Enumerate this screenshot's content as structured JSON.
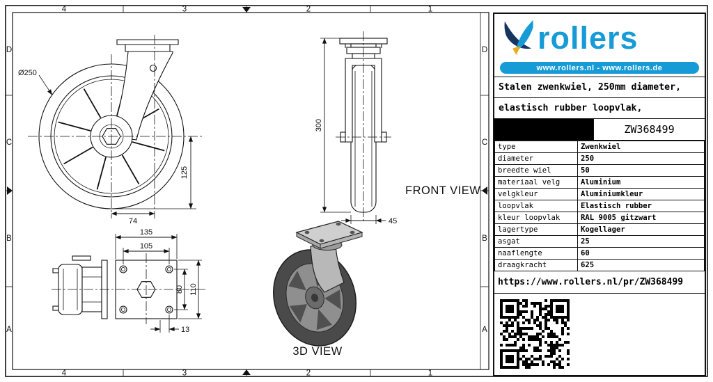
{
  "sheet": {
    "grid": {
      "top": [
        "4",
        "3",
        "2",
        "1"
      ],
      "bottom": [
        "4",
        "3",
        "2",
        "1"
      ],
      "left": [
        "D",
        "C",
        "B",
        "A"
      ],
      "right": [
        "D",
        "C",
        "B",
        "A"
      ]
    },
    "labels": {
      "front_view": "FRONT VIEW",
      "three_d_view": "3D VIEW"
    },
    "dims": {
      "diameter": "Ø250",
      "radius": "125",
      "swivel_offset": "74",
      "total_height": "300",
      "wheel_width": "45",
      "plate_width": "135",
      "hole_spacing_w": "105",
      "hole_spacing_h": "80",
      "plate_height": "110",
      "hole_edge": "13"
    }
  },
  "title_block": {
    "brand": {
      "name": "rollers",
      "websites": "www.rollers.nl  -  www.rollers.de",
      "accent": "#179bd7",
      "navy": "#16355f",
      "yellow": "#f1a81c"
    },
    "description": {
      "line1": "Stalen zwenkwiel, 250mm diameter,",
      "line2": "elastisch rubber loopvlak,"
    },
    "part_number": "ZW368499",
    "specs": [
      {
        "label": "type",
        "value": "Zwenkwiel"
      },
      {
        "label": "diameter",
        "value": "250"
      },
      {
        "label": "breedte wiel",
        "value": "50"
      },
      {
        "label": "materiaal velg",
        "value": "Aluminium"
      },
      {
        "label": "velgkleur",
        "value": "Aluminiumkleur"
      },
      {
        "label": "loopvlak",
        "value": "Elastisch rubber"
      },
      {
        "label": "kleur loopvlak",
        "value": "RAL 9005 gitzwart"
      },
      {
        "label": "lagertype",
        "value": "Kogellager"
      },
      {
        "label": "asgat",
        "value": "25"
      },
      {
        "label": "naaflengte",
        "value": "60"
      },
      {
        "label": "draagkracht",
        "value": "625"
      }
    ],
    "url": "https://www.rollers.nl/pr/ZW368499"
  }
}
